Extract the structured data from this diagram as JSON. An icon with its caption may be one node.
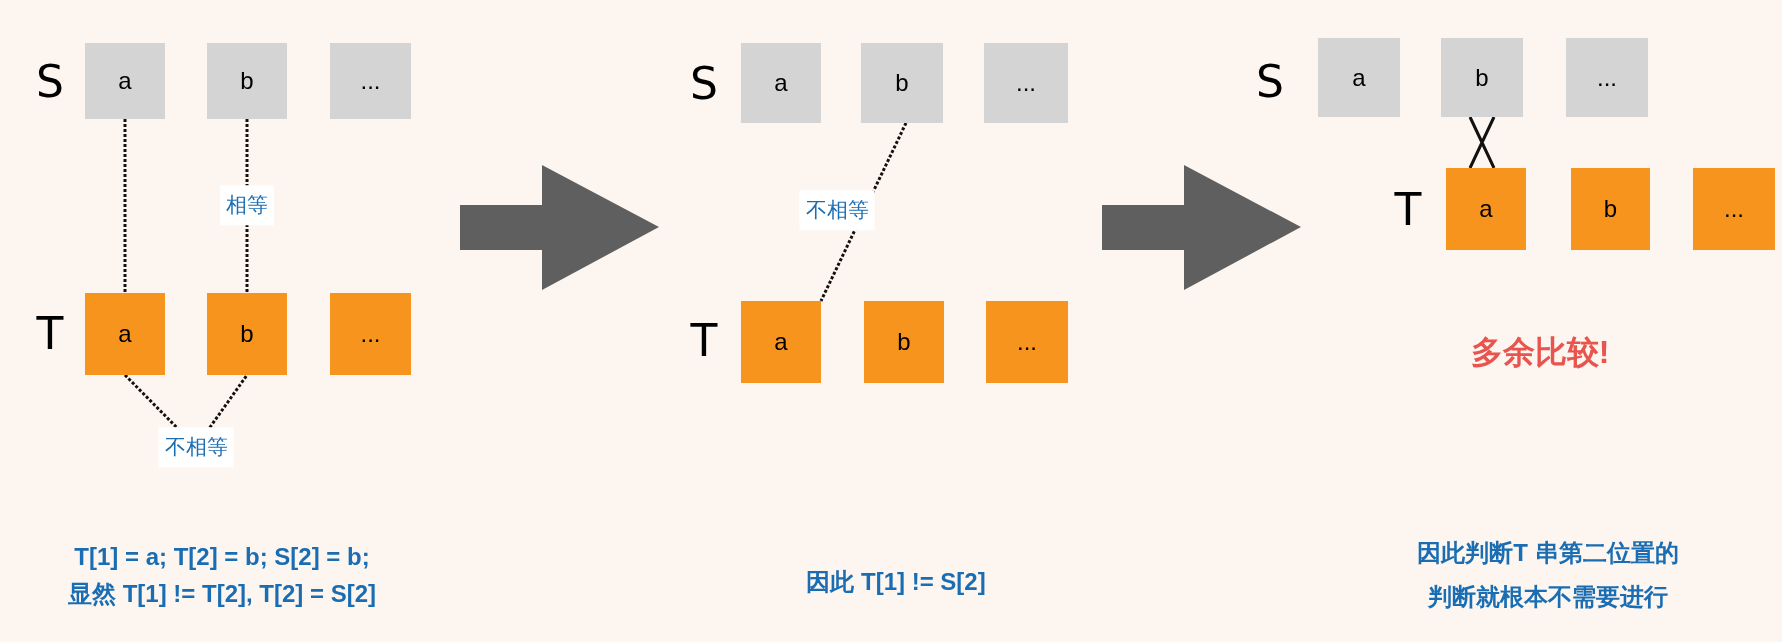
{
  "diagram": {
    "nodes": [
      {
        "text": [
          "a"
        ]
      },
      {
        "text": [
          "b"
        ]
      },
      {
        "text": [
          "..."
        ]
      },
      {
        "text": [
          "a"
        ]
      },
      {
        "text": [
          "b"
        ]
      },
      {
        "text": [
          "..."
        ]
      },
      {
        "text": [
          "a"
        ]
      },
      {
        "text": [
          "b"
        ]
      },
      {
        "text": [
          "..."
        ]
      },
      {
        "text": [
          "a"
        ]
      },
      {
        "text": [
          "b"
        ]
      },
      {
        "text": [
          "..."
        ]
      },
      {
        "text": [
          "a"
        ]
      },
      {
        "text": [
          "b"
        ]
      },
      {
        "text": [
          "..."
        ]
      },
      {
        "text": [
          "a"
        ]
      },
      {
        "text": [
          "b"
        ]
      },
      {
        "text": [
          "..."
        ]
      }
    ],
    "edges": [
      {
        "from": 0,
        "to": 3,
        "arrow": "none",
        "style": "dashed"
      },
      {
        "from": 1,
        "to": 4,
        "arrow": "none",
        "style": "dashed",
        "label": "相等"
      },
      {
        "from": 3,
        "to": 4,
        "arrow": "none",
        "style": "dashed",
        "label": "不相等"
      },
      {
        "from": 7,
        "to": 9,
        "arrow": "none",
        "style": "dashed",
        "label": "不相等"
      },
      {
        "from": 13,
        "to": 15,
        "arrow": "none"
      }
    ],
    "labels": [
      "S",
      "T",
      "T[1] = a; T[2] = b; S[2] = b;",
      "显然 T[1] != T[2], T[2] = S[2]",
      "S",
      "T",
      "因此 T[1] != S[2]",
      "S",
      "T",
      "多余比较!",
      "因此判断T 串第二位置的",
      "判断就根本不需要进行"
    ]
  }
}
